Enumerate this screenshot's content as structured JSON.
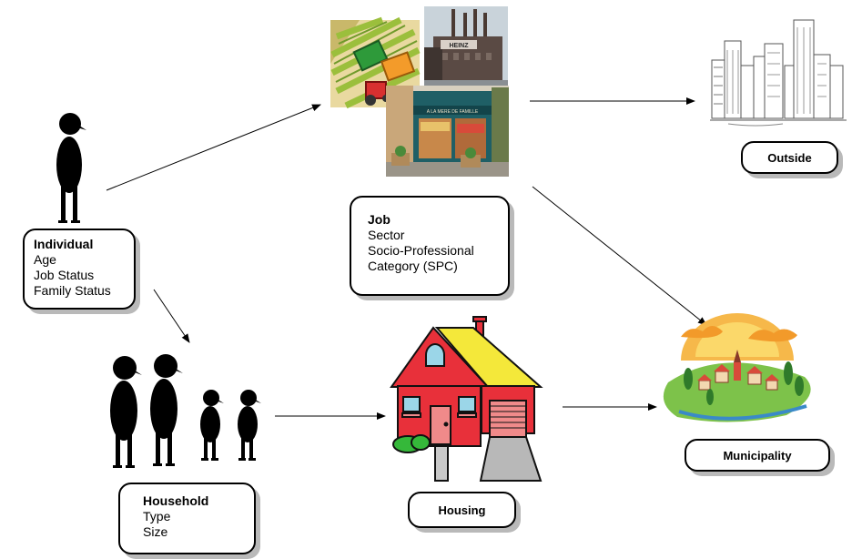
{
  "nodes": {
    "individual": {
      "title": "Individual",
      "lines": [
        "Age",
        "Job Status",
        "Family Status"
      ]
    },
    "job": {
      "title": "Job",
      "lines": [
        "Sector",
        "Socio-Professional",
        "Category (SPC)"
      ]
    },
    "household": {
      "title": "Household",
      "lines": [
        "Type",
        "Size"
      ]
    },
    "housing": {
      "title": "Housing"
    },
    "outside": {
      "title": "Outside"
    },
    "municipality": {
      "title": "Municipality"
    }
  },
  "images": {
    "heinz_sign": "HEINZ",
    "shop_sign": "A LA MERE DE FAMILLE"
  },
  "colors": {
    "border": "#000000",
    "shadow": "#b9b9b9",
    "house_red": "#e8303a",
    "roof_yellow": "#f4e83a",
    "bush_green": "#35b83a",
    "sun_orange": "#f2a23a"
  }
}
